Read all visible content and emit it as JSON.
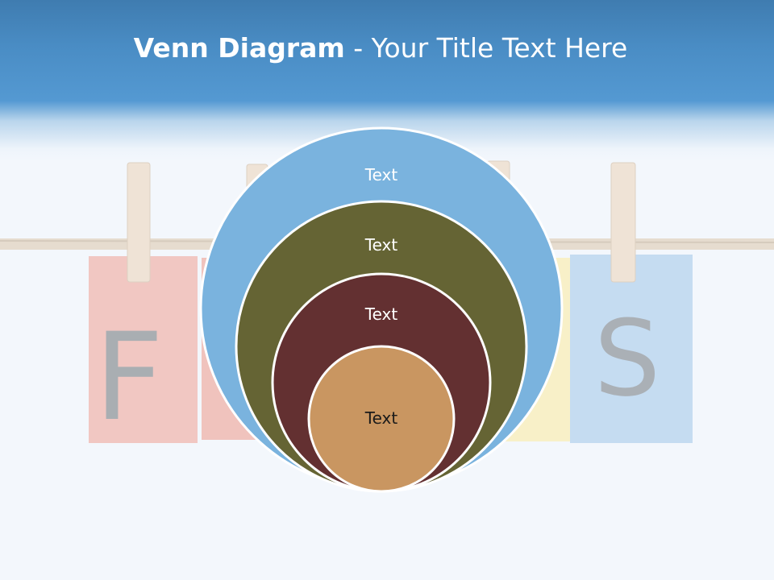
{
  "slide": {
    "title_bold": "Venn Diagram",
    "title_rest": " - Your Title Text Here"
  },
  "background": {
    "letters": [
      "F",
      "S"
    ]
  },
  "diagram": {
    "circles": [
      {
        "label": "Text",
        "color": "#7ab3de",
        "text_color": "#ffffff"
      },
      {
        "label": "Text",
        "color": "#656434",
        "text_color": "#ffffff"
      },
      {
        "label": "Text",
        "color": "#633031",
        "text_color": "#ffffff"
      },
      {
        "label": "Text",
        "color": "#c99661",
        "text_color": "#1a1a1a"
      }
    ]
  }
}
